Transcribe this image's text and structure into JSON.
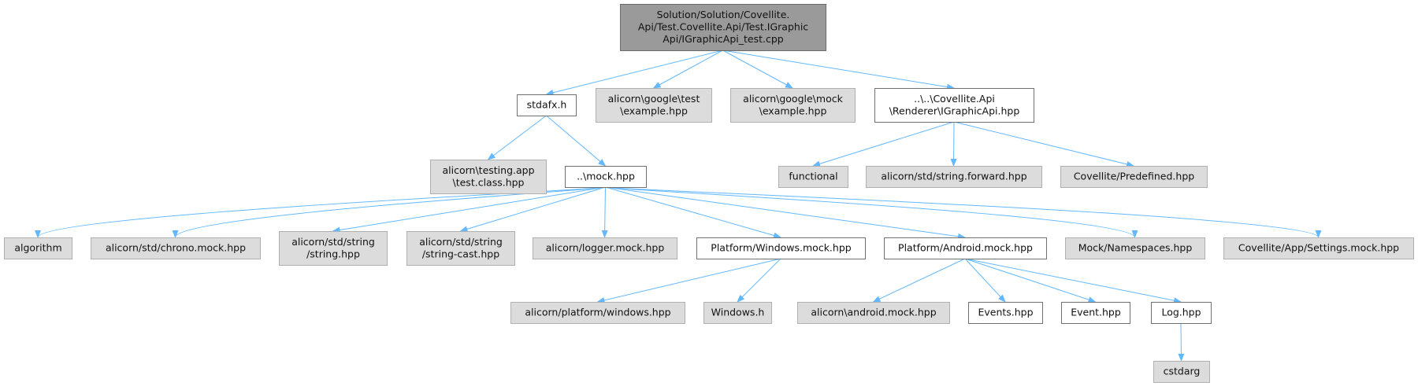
{
  "graph": {
    "edge_color": "#63b8ff",
    "nodes": [
      {
        "id": "root",
        "lines": [
          "Solution/Solution/Covellite.",
          "Api/Test.Covellite.Api/Test.IGraphic",
          "Api/IGraphicApi_test.cpp"
        ],
        "style": "root"
      },
      {
        "id": "stdafx",
        "lines": [
          "stdafx.h"
        ],
        "style": "white"
      },
      {
        "id": "gtest",
        "lines": [
          "alicorn\\google\\test",
          "\\example.hpp"
        ],
        "style": "gray"
      },
      {
        "id": "gmock",
        "lines": [
          "alicorn\\google\\mock",
          "\\example.hpp"
        ],
        "style": "gray"
      },
      {
        "id": "igraphicapi",
        "lines": [
          "..\\..\\Covellite.Api",
          "\\Renderer\\IGraphicApi.hpp"
        ],
        "style": "white"
      },
      {
        "id": "testingapp",
        "lines": [
          "alicorn\\testing.app",
          "\\test.class.hpp"
        ],
        "style": "gray"
      },
      {
        "id": "mockhpp",
        "lines": [
          "..\\mock.hpp"
        ],
        "style": "white"
      },
      {
        "id": "functional",
        "lines": [
          "functional"
        ],
        "style": "gray"
      },
      {
        "id": "stringforward",
        "lines": [
          "alicorn/std/string.forward.hpp"
        ],
        "style": "gray"
      },
      {
        "id": "predefined",
        "lines": [
          "Covellite/Predefined.hpp"
        ],
        "style": "gray"
      },
      {
        "id": "algorithm",
        "lines": [
          "algorithm"
        ],
        "style": "gray"
      },
      {
        "id": "chronomock",
        "lines": [
          "alicorn/std/chrono.mock.hpp"
        ],
        "style": "gray"
      },
      {
        "id": "stringhpp",
        "lines": [
          "alicorn/std/string",
          "/string.hpp"
        ],
        "style": "gray"
      },
      {
        "id": "stringcast",
        "lines": [
          "alicorn/std/string",
          "/string-cast.hpp"
        ],
        "style": "gray"
      },
      {
        "id": "loggermock",
        "lines": [
          "alicorn/logger.mock.hpp"
        ],
        "style": "gray"
      },
      {
        "id": "winmock",
        "lines": [
          "Platform/Windows.mock.hpp"
        ],
        "style": "white"
      },
      {
        "id": "androidmock",
        "lines": [
          "Platform/Android.mock.hpp"
        ],
        "style": "white"
      },
      {
        "id": "namespaces",
        "lines": [
          "Mock/Namespaces.hpp"
        ],
        "style": "gray"
      },
      {
        "id": "settingsmock",
        "lines": [
          "Covellite/App/Settings.mock.hpp"
        ],
        "style": "gray"
      },
      {
        "id": "platformwindows",
        "lines": [
          "alicorn/platform/windows.hpp"
        ],
        "style": "gray"
      },
      {
        "id": "windowsh",
        "lines": [
          "Windows.h"
        ],
        "style": "gray"
      },
      {
        "id": "androidmockhpp",
        "lines": [
          "alicorn\\android.mock.hpp"
        ],
        "style": "gray"
      },
      {
        "id": "eventshpp",
        "lines": [
          "Events.hpp"
        ],
        "style": "white"
      },
      {
        "id": "eventhpp",
        "lines": [
          "Event.hpp"
        ],
        "style": "white"
      },
      {
        "id": "loghpp",
        "lines": [
          "Log.hpp"
        ],
        "style": "white"
      },
      {
        "id": "cstdarg",
        "lines": [
          "cstdarg"
        ],
        "style": "gray"
      }
    ],
    "edges": [
      [
        "root",
        "stdafx"
      ],
      [
        "root",
        "gtest"
      ],
      [
        "root",
        "gmock"
      ],
      [
        "root",
        "igraphicapi"
      ],
      [
        "stdafx",
        "testingapp"
      ],
      [
        "stdafx",
        "mockhpp"
      ],
      [
        "igraphicapi",
        "functional"
      ],
      [
        "igraphicapi",
        "stringforward"
      ],
      [
        "igraphicapi",
        "predefined"
      ],
      [
        "mockhpp",
        "algorithm"
      ],
      [
        "mockhpp",
        "chronomock"
      ],
      [
        "mockhpp",
        "stringhpp"
      ],
      [
        "mockhpp",
        "stringcast"
      ],
      [
        "mockhpp",
        "loggermock"
      ],
      [
        "mockhpp",
        "winmock"
      ],
      [
        "mockhpp",
        "androidmock"
      ],
      [
        "mockhpp",
        "namespaces"
      ],
      [
        "mockhpp",
        "settingsmock"
      ],
      [
        "winmock",
        "platformwindows"
      ],
      [
        "winmock",
        "windowsh"
      ],
      [
        "androidmock",
        "androidmockhpp"
      ],
      [
        "androidmock",
        "eventshpp"
      ],
      [
        "androidmock",
        "eventhpp"
      ],
      [
        "androidmock",
        "loghpp"
      ],
      [
        "loghpp",
        "cstdarg"
      ]
    ]
  }
}
